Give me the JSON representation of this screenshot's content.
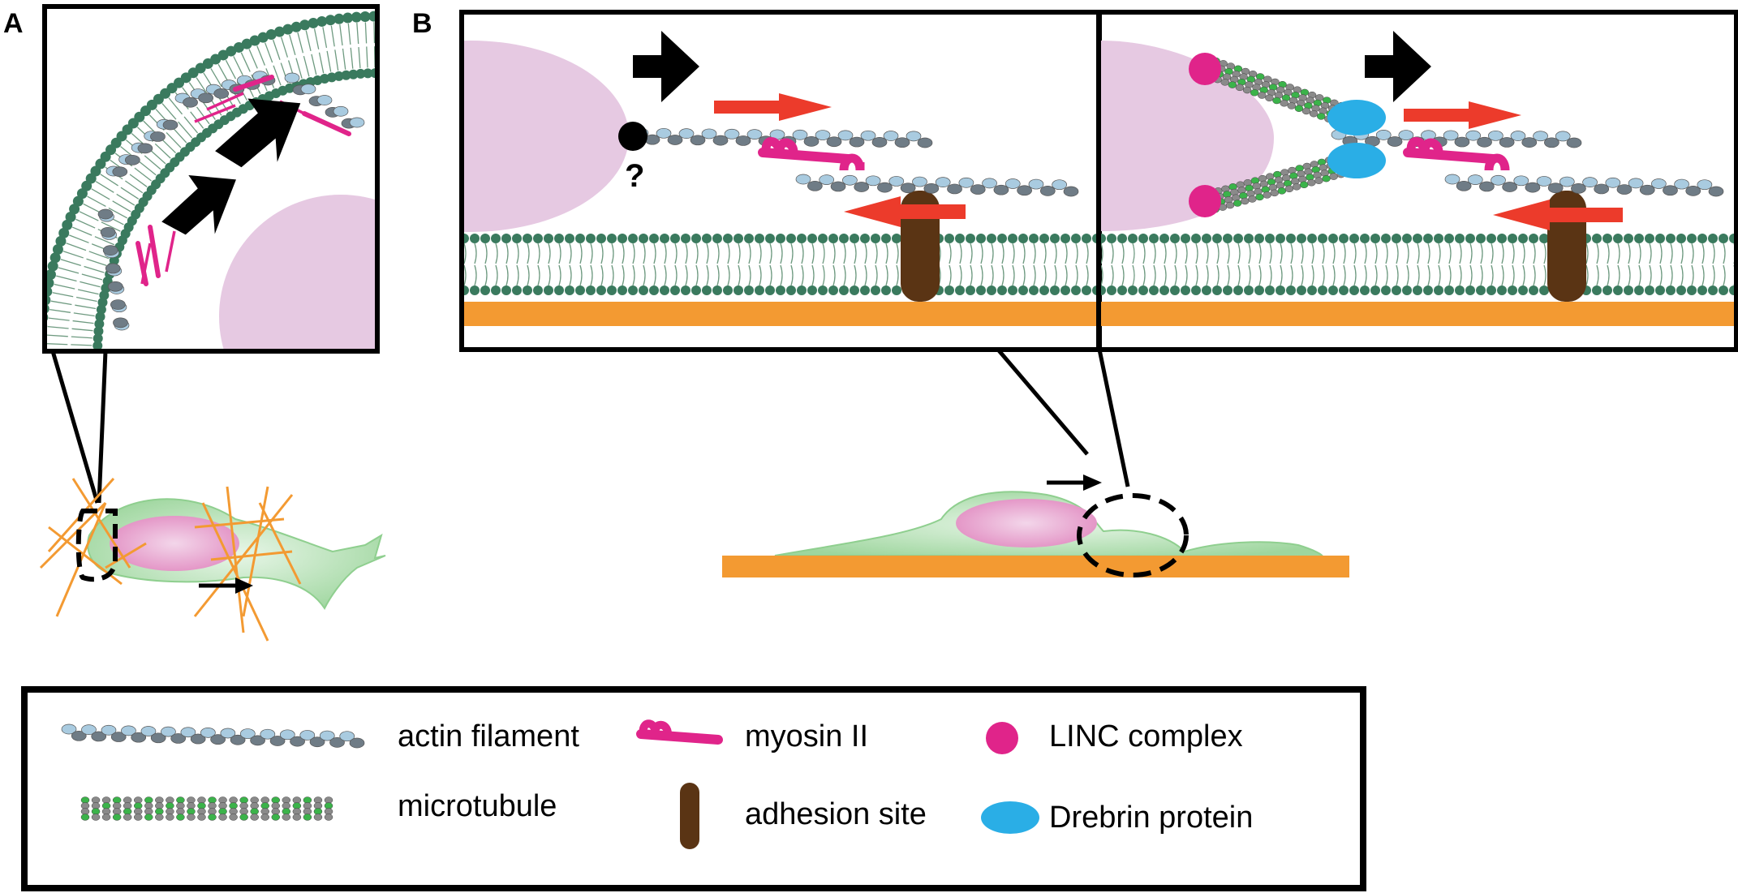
{
  "panels": {
    "a_label": "A",
    "b_label": "B",
    "question_mark": "?"
  },
  "legend": {
    "items": [
      {
        "label": "actin filament",
        "icon": "actin-filament-icon"
      },
      {
        "label": "microtubule",
        "icon": "microtubule-icon"
      },
      {
        "label": "myosin II",
        "icon": "myosin-icon"
      },
      {
        "label": "adhesion site",
        "icon": "adhesion-site-icon"
      },
      {
        "label": "LINC complex",
        "icon": "linc-complex-icon"
      },
      {
        "label": "Drebrin protein",
        "icon": "drebrin-icon"
      }
    ]
  },
  "colors": {
    "membrane_head": "#3a7a5e",
    "membrane_tail": "#6e9a80",
    "actin_light": "#a9cbe0",
    "actin_dark": "#6f7c86",
    "microtubule_green": "#3bb34a",
    "microtubule_gray": "#8a8a8a",
    "myosin": "#e0248a",
    "adhesion": "#5a3414",
    "linc": "#e0248a",
    "drebrin": "#2aaee6",
    "substrate": "#f39a32",
    "ecm_fiber": "#f39a32",
    "nucleus": "#e6c9e2",
    "cell_green": "#b8e0b8",
    "force_arrow": "#ec3b2b"
  }
}
